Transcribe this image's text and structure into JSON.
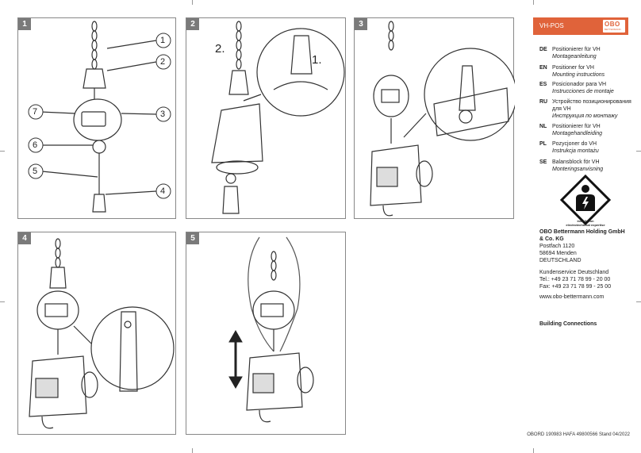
{
  "panels": [
    {
      "num": "1",
      "callouts": [
        "1",
        "2",
        "3",
        "4",
        "5",
        "6",
        "7"
      ]
    },
    {
      "num": "2",
      "steps": [
        "2.",
        "1."
      ]
    },
    {
      "num": "3"
    },
    {
      "num": "4"
    },
    {
      "num": "5"
    }
  ],
  "sidebar": {
    "title": "VH-POS",
    "logo": {
      "brand": "OBO",
      "tagline": "BETTERMANN"
    },
    "languages": [
      {
        "code": "DE",
        "line1": "Positionierer für VH",
        "line2": "Montageanleitung"
      },
      {
        "code": "EN",
        "line1": "Positioner for VH",
        "line2": "Mounting instructions"
      },
      {
        "code": "ES",
        "line1": "Posicionador para VH",
        "line2": "Instrucciones de montaje"
      },
      {
        "code": "RU",
        "line1": "Устройство позиционирования для VH",
        "line2": "Инструкция по монтажу"
      },
      {
        "code": "NL",
        "line1": "Positionierer für VH",
        "line2": "Montagehandleiding"
      },
      {
        "code": "PL",
        "line1": "Pozycjoner do VH",
        "line2": "Instrukcja montażu"
      },
      {
        "code": "SE",
        "line1": "Balansblock för VH",
        "line2": "Monteringsanvisning"
      }
    ],
    "emblem_caption1": "installation",
    "emblem_caption2": "electrotechnical expertise",
    "company": "OBO Bettermann Holding GmbH & Co. KG",
    "address": [
      "Postfach 1120",
      "58694 Menden",
      "DEUTSCHLAND"
    ],
    "service": "Kundenservice Deutschland",
    "tel": "Tel.: +49 23 71 78 99 - 20 00",
    "fax": "Fax: +49 23 71 78 99 - 25 00",
    "web": "www.obo-bettermann.com",
    "tagline": "Building Connections"
  },
  "footer": "OBORD 190983 HAFA 49800566 Stand 04/2022"
}
